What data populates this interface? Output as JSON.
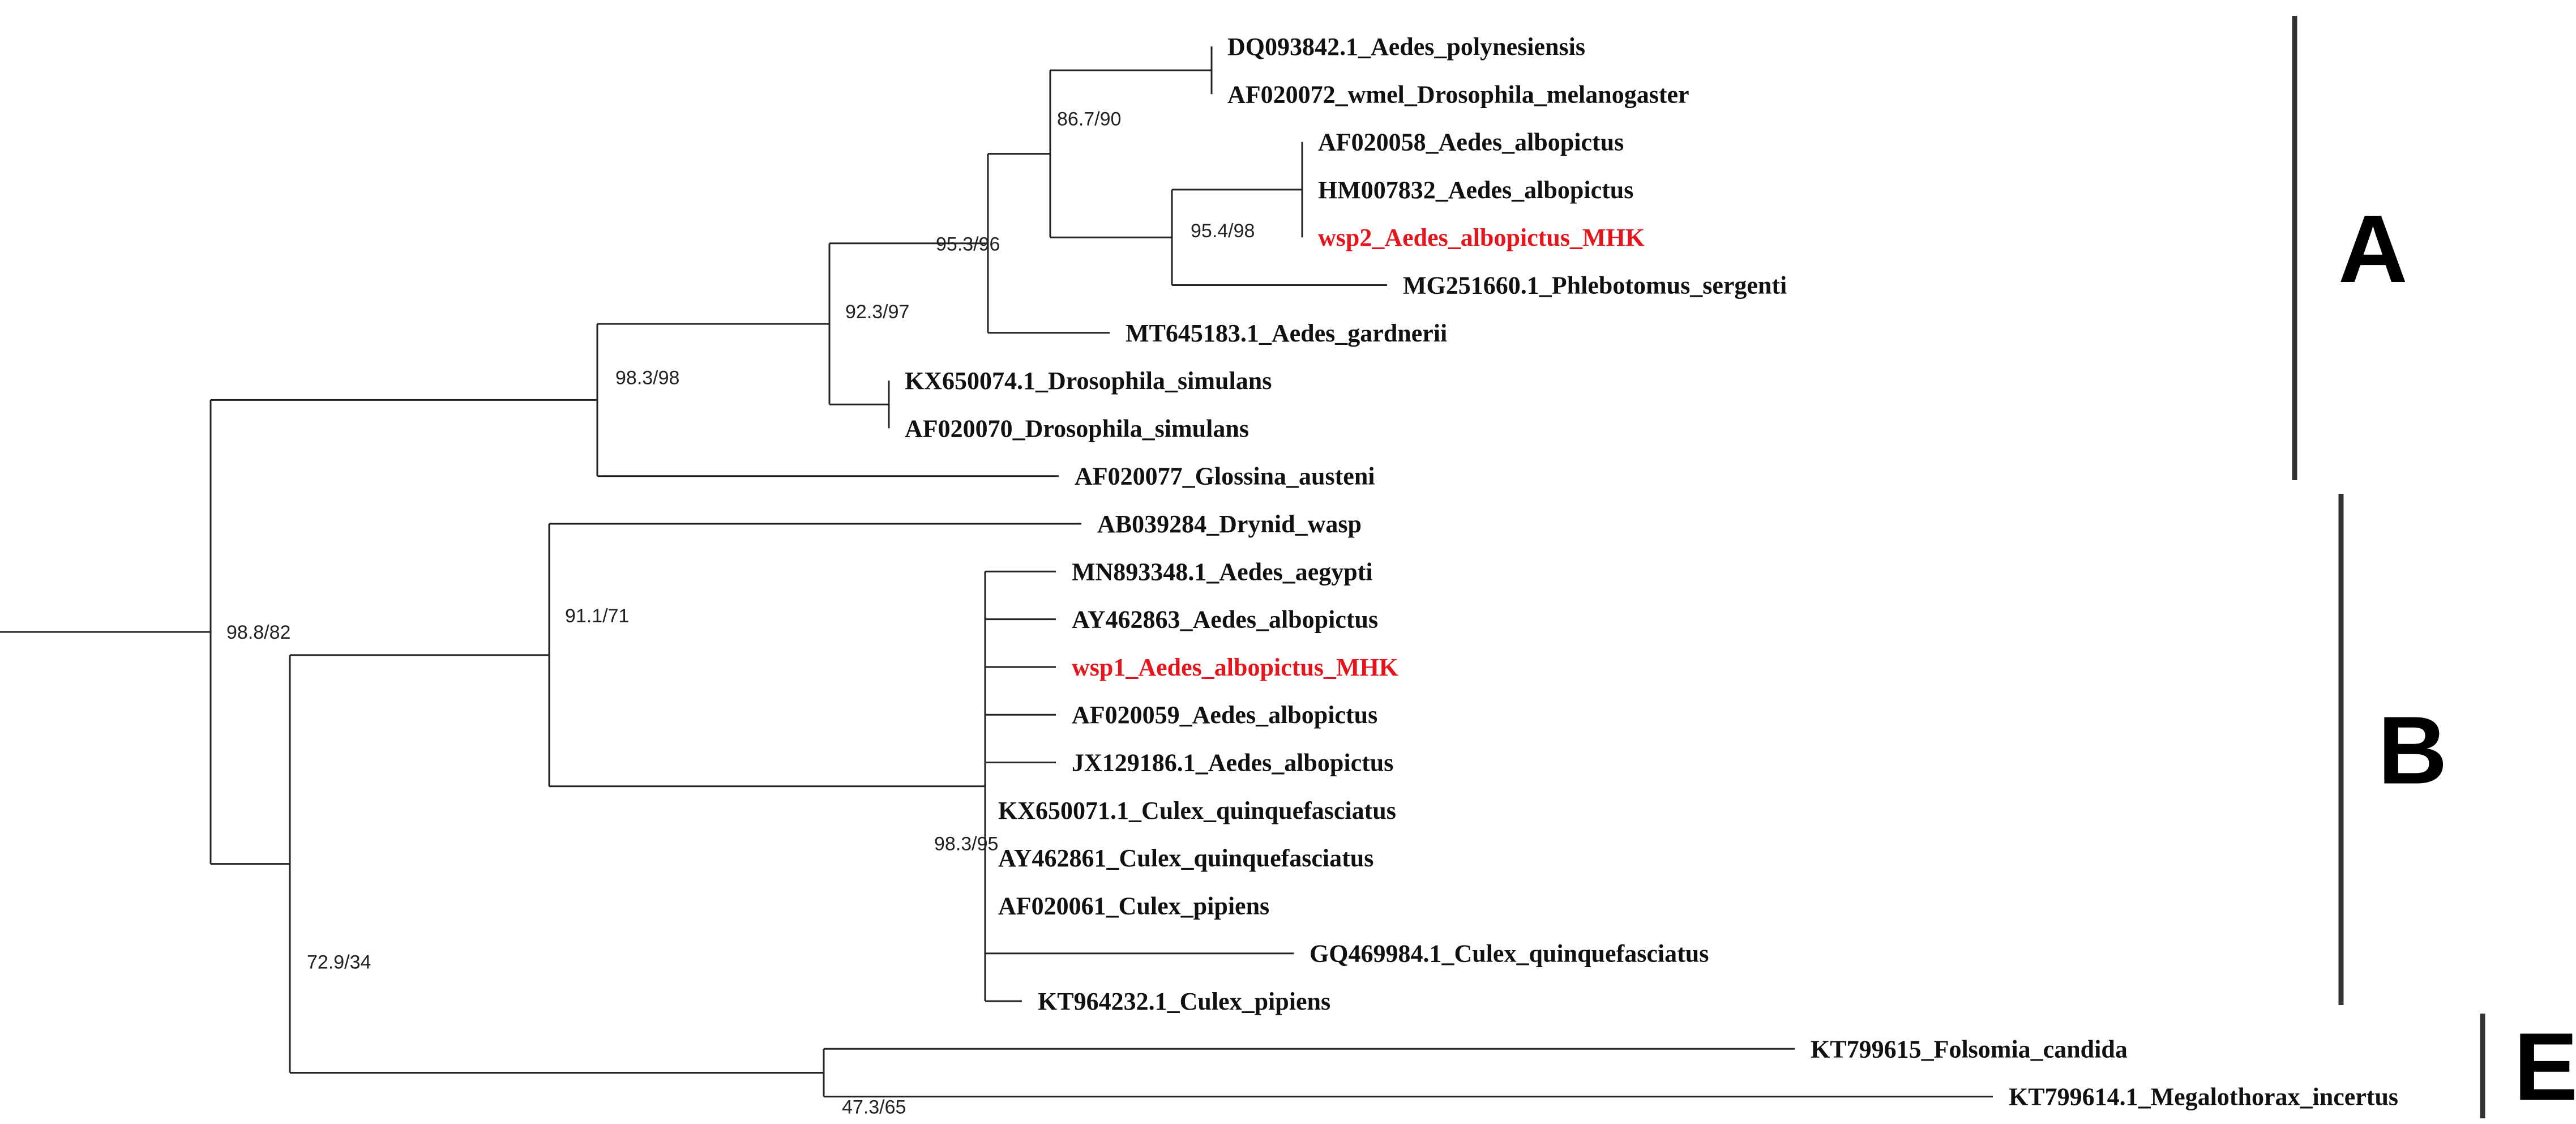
{
  "tree": {
    "highlight_color": "#e8141c",
    "leaves": [
      {
        "id": "L1",
        "label": "DQ093842.1_Aedes_polynesiensis",
        "highlight": false
      },
      {
        "id": "L2",
        "label": "AF020072_wmel_Drosophila_melanogaster",
        "highlight": false
      },
      {
        "id": "L3",
        "label": "AF020058_Aedes_albopictus",
        "highlight": false
      },
      {
        "id": "L4",
        "label": "HM007832_Aedes_albopictus",
        "highlight": false
      },
      {
        "id": "L5",
        "label": "wsp2_Aedes_albopictus_MHK",
        "highlight": true
      },
      {
        "id": "L6",
        "label": "MG251660.1_Phlebotomus_sergenti",
        "highlight": false
      },
      {
        "id": "L7",
        "label": "MT645183.1_Aedes_gardnerii",
        "highlight": false
      },
      {
        "id": "L8",
        "label": "KX650074.1_Drosophila_simulans",
        "highlight": false
      },
      {
        "id": "L9",
        "label": "AF020070_Drosophila_simulans",
        "highlight": false
      },
      {
        "id": "L10",
        "label": "AF020077_Glossina_austeni",
        "highlight": false
      },
      {
        "id": "L11",
        "label": "AB039284_Drynid_wasp",
        "highlight": false
      },
      {
        "id": "L12",
        "label": "MN893348.1_Aedes_aegypti",
        "highlight": false
      },
      {
        "id": "L13",
        "label": "AY462863_Aedes_albopictus",
        "highlight": false
      },
      {
        "id": "L14",
        "label": "wsp1_Aedes_albopictus_MHK",
        "highlight": true
      },
      {
        "id": "L15",
        "label": "AF020059_Aedes_albopictus",
        "highlight": false
      },
      {
        "id": "L16",
        "label": "JX129186.1_Aedes_albopictus",
        "highlight": false
      },
      {
        "id": "L17",
        "label": "KX650071.1_Culex_quinquefasciatus",
        "highlight": false
      },
      {
        "id": "L18",
        "label": "AY462861_Culex_quinquefasciatus",
        "highlight": false
      },
      {
        "id": "L19",
        "label": "AF020061_Culex_pipiens",
        "highlight": false
      },
      {
        "id": "L20",
        "label": "GQ469984.1_Culex_quinquefasciatus",
        "highlight": false
      },
      {
        "id": "L21",
        "label": "KT964232.1_Culex_pipiens",
        "highlight": false
      },
      {
        "id": "L22",
        "label": "KT799615_Folsomia_candida",
        "highlight": false
      },
      {
        "id": "L23",
        "label": "KT799614.1_Megalothorax_incertus",
        "highlight": false
      }
    ],
    "support_values": [
      {
        "node": "N_polyn_wmel_alb",
        "value": "86.7/90"
      },
      {
        "node": "N_groupA_inner",
        "value": "95.3/96"
      },
      {
        "node": "N_alb_phleb",
        "value": "95.4/98"
      },
      {
        "node": "N_A_with_gardnerii",
        "value": "92.3/97"
      },
      {
        "node": "N_A_with_glossina",
        "value": "98.3/98"
      },
      {
        "node": "N_root_ingroup",
        "value": "98.8/82"
      },
      {
        "node": "N_B",
        "value": "91.1/71"
      },
      {
        "node": "N_B_inner",
        "value": "98.3/95"
      },
      {
        "node": "N_B_with_E",
        "value": "72.9/34"
      },
      {
        "node": "N_E",
        "value": "47.3/65"
      }
    ],
    "clades": [
      {
        "name": "A",
        "first_leaf": "L1",
        "last_leaf": "L10"
      },
      {
        "name": "B",
        "first_leaf": "L11",
        "last_leaf": "L21"
      },
      {
        "name": "E",
        "first_leaf": "L22",
        "last_leaf": "L23"
      }
    ]
  }
}
